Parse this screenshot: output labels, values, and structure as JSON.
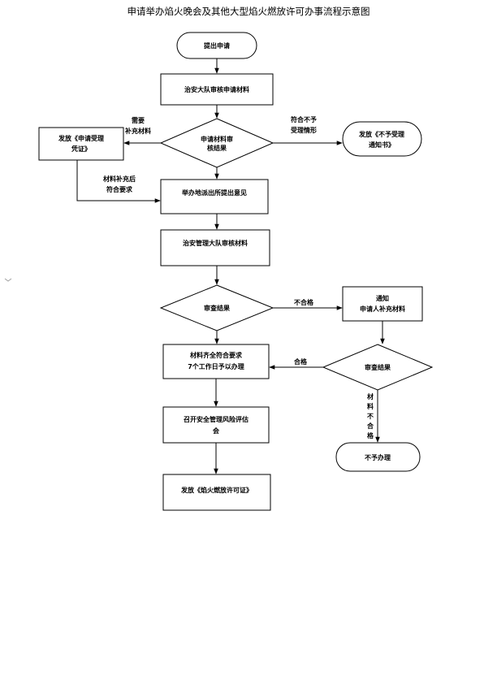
{
  "title": "申请举办焰火晚会及其他大型焰火燃放许可办事流程示意图",
  "nodes": {
    "start": "提出申请",
    "review_materials": "治安大队审核申请材料",
    "materials_check": "申请材料审核结果",
    "issue_receipt": "发放《申请受理凭证》",
    "issue_rejection": "发放《不予受理通知书》",
    "police_station_opinion": "举办地派出所提出意见",
    "security_brigade_review": "治安管理大队审核材料",
    "review_result": "审查结果",
    "notify_supplement": "通知申请人补充材料",
    "review_result_2": "审查结果",
    "materials_complete": "材料齐全符合要求7个工作日予以办理",
    "safety_meeting": "召开安全管理风险评估会",
    "not_processed": "不予办理",
    "issue_permit": "发放《焰火燃放许可证》"
  },
  "edges": {
    "needs_supplement": "需要补充材料",
    "does_not_meet": "符合不予受理情形",
    "supplemented": "材料补充后符合要求",
    "unqualified": "不合格",
    "qualified": "合格",
    "materials_unqualified": "材料不合格"
  },
  "colors": {
    "stroke": "#000000",
    "fill": "#ffffff",
    "text": "#000000"
  }
}
